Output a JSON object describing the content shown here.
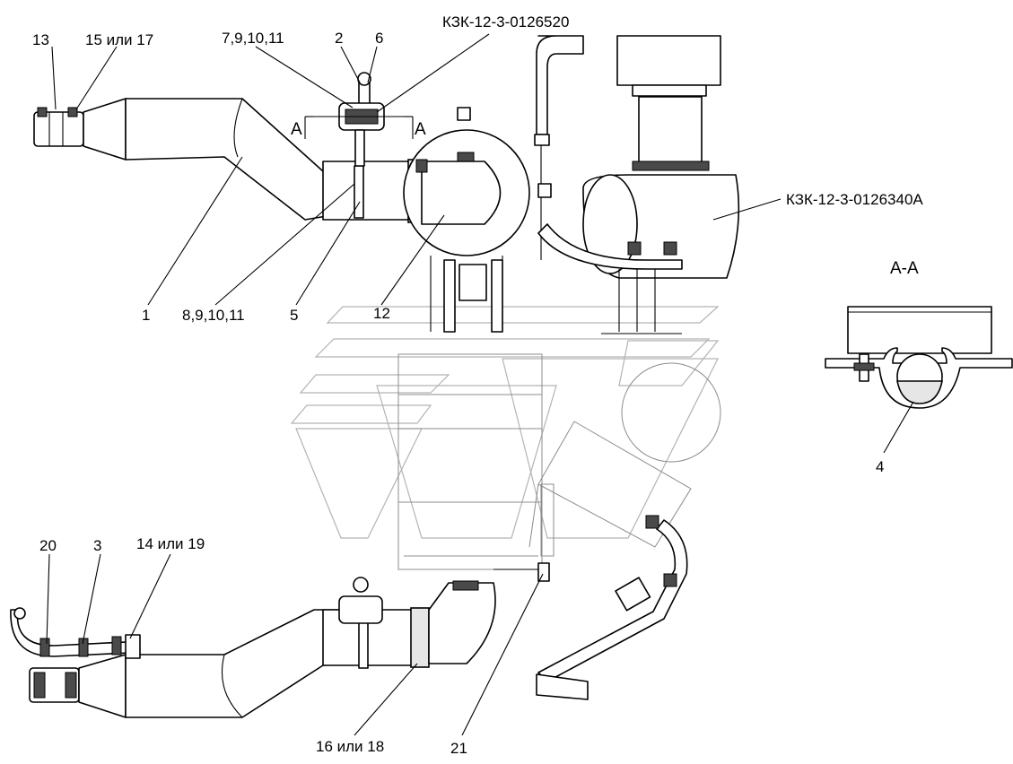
{
  "labels": {
    "p13": "13",
    "p15_17": "15 или 17",
    "p7_9_10_11": "7,9,10,11",
    "p2": "2",
    "p6": "6",
    "code_top": "КЗК-12-3-0126520",
    "code_right": "КЗК-12-3-0126340А",
    "section_mark_left": "А",
    "section_mark_right": "А",
    "p1": "1",
    "p8_9_10_11": "8,9,10,11",
    "p5": "5",
    "p12": "12",
    "section_title": "А-А",
    "p4": "4",
    "p20": "20",
    "p3": "3",
    "p14_19": "14 или 19",
    "p16_18": "16 или 18",
    "p21": "21"
  },
  "colors": {
    "line": "#000000",
    "watermark": "#b3b3b3",
    "clamp": "#4a4a4a"
  }
}
